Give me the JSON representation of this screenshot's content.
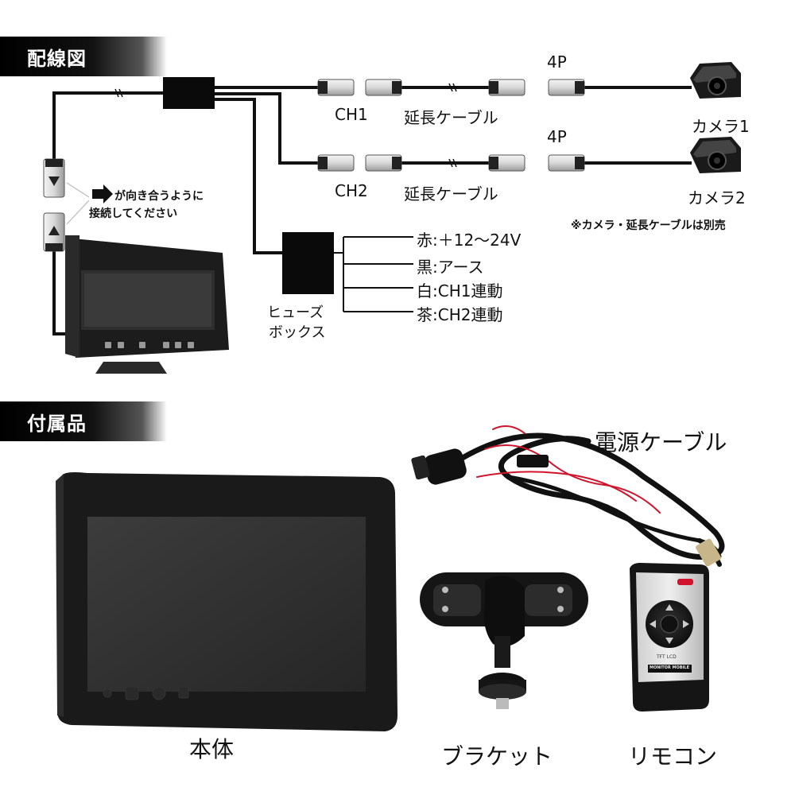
{
  "sections": {
    "wiring_title": "配線図",
    "accessories_title": "付属品"
  },
  "wiring": {
    "ch1_label": "CH1",
    "ch2_label": "CH2",
    "extension1_label": "延長ケーブル",
    "extension2_label": "延長ケーブル",
    "connector1_label": "4P",
    "connector2_label": "4P",
    "camera1_label": "カメラ1",
    "camera2_label": "カメラ2",
    "note_separate": "※カメラ・延長ケーブルは別売",
    "connect_note_line1": "が向き合うように",
    "connect_note_line2": "接続してください",
    "fuse_label_line1": "ヒューズ",
    "fuse_label_line2": "ボックス",
    "wires": [
      {
        "label": "赤:＋12～24V"
      },
      {
        "label": "黒:アース"
      },
      {
        "label": "白:CH1連動"
      },
      {
        "label": "茶:CH2連動"
      }
    ]
  },
  "accessories": {
    "monitor_label": "本体",
    "power_cable_label": "電源ケーブル",
    "bracket_label": "ブラケット",
    "remote_label": "リモコン",
    "remote_text_lcd": "TFT LCD",
    "remote_text_brand": "MONITOR MOBILE"
  },
  "colors": {
    "banner": "#000000",
    "wire": "#111111",
    "red_wire": "#d0142c"
  }
}
